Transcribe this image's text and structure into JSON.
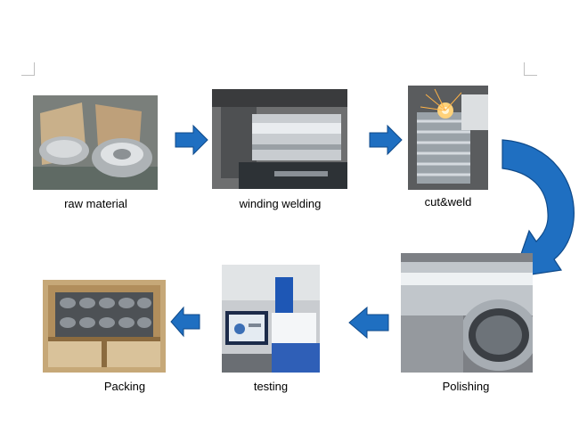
{
  "steps": [
    {
      "label": "raw material"
    },
    {
      "label": "winding welding"
    },
    {
      "label": "cut&weld"
    },
    {
      "label": "Polishing"
    },
    {
      "label": "testing"
    },
    {
      "label": "Packing"
    }
  ],
  "colors": {
    "arrow_fill": "#1f6fc1",
    "arrow_stroke": "#0f4a8a",
    "background": "#ffffff"
  }
}
